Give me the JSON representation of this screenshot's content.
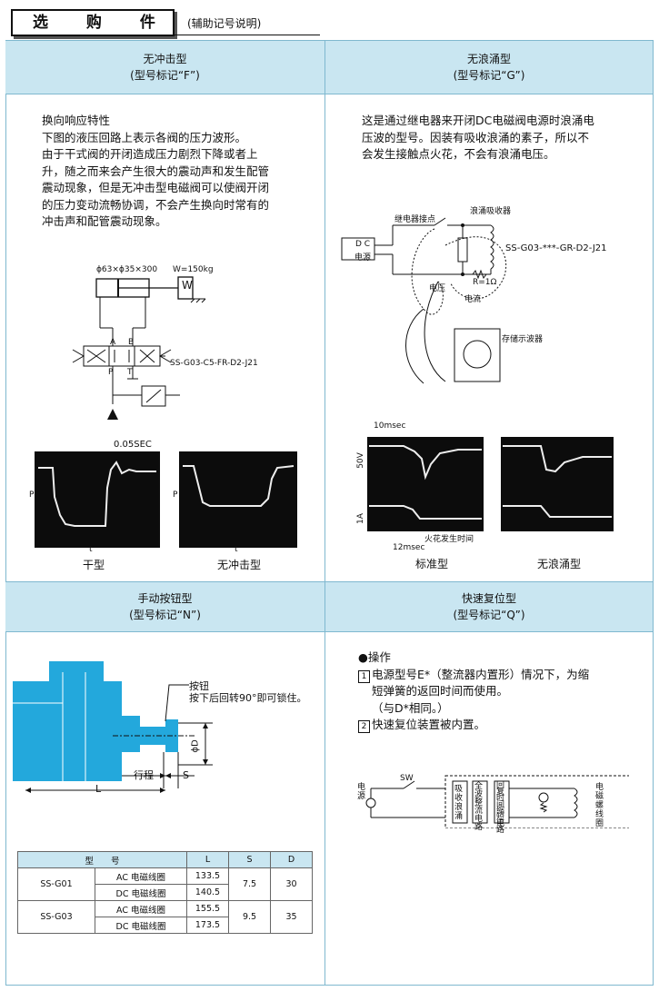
{
  "header": {
    "title": "选 购 件",
    "note": "(辅助记号说明)"
  },
  "sections": {
    "f": {
      "title": "无冲击型",
      "subtitle": "(型号标记“F”)",
      "heading": "换向响应特性",
      "lines": [
        "下图的液压回路上表示各阀的压力波形。",
        "由于干式阀的开闭造成压力剧烈下降或者上",
        "升，随之而来会产生很大的震动声和发生配管",
        "震动现象，但是无冲击型电磁阀可以使阀开闭",
        "的压力变动流畅协调，不会产生换向时常有的",
        "冲击声和配管震动现象。"
      ],
      "diagram": {
        "cyl": "ϕ63×ϕ35×300",
        "weight": "W=150kg",
        "w": "W",
        "a": "A",
        "b": "B",
        "p": "P",
        "t": "T",
        "valve": "SS-G03-C5-FR-D2-J21"
      },
      "osc": {
        "time": "0.05SEC",
        "p": "P",
        "t": "t",
        "cap1": "干型",
        "cap2": "无冲击型"
      }
    },
    "g": {
      "title": "无浪涌型",
      "subtitle": "(型号标记“G”)",
      "lines": [
        "这是通过继电器来开闭DC电磁阀电源时浪涌电",
        "压波的型号。因装有吸收浪涌的素子，所以不",
        "会发生接触点火花，不会有浪涌电压。"
      ],
      "diagram": {
        "relay": "继电器接点",
        "absorber": "浪涌吸收器",
        "dc1": "D C",
        "dc2": "电源",
        "model": "SS-G03-***-GR-D2-J21",
        "r": "R=1Ω",
        "volt": "电压",
        "curr": "电流",
        "scope": "存储示波器"
      },
      "osc": {
        "t10": "10msec",
        "v50": "50V",
        "a1": "1A",
        "spark": "火花发生时间",
        "t12": "12msec",
        "cap1": "标准型",
        "cap2": "无浪涌型"
      }
    },
    "n": {
      "title": "手动按钮型",
      "subtitle": "(型号标记“N”)",
      "button": "按钮",
      "note": "按下后回转90°即可锁住。",
      "stroke": "行程",
      "s": "S",
      "l": "L",
      "d": "ϕD",
      "table": {
        "headers": [
          "型　　号",
          "L",
          "S",
          "D"
        ],
        "rows": [
          {
            "model": "SS-G01",
            "coils": [
              "AC 电磁线圈",
              "DC 电磁线圈"
            ],
            "l": [
              "133.5",
              "140.5"
            ],
            "s": "7.5",
            "d": "30"
          },
          {
            "model": "SS-G03",
            "coils": [
              "AC 电磁线圈",
              "DC 电磁线圈"
            ],
            "l": [
              "155.5",
              "173.5"
            ],
            "s": "9.5",
            "d": "35"
          }
        ]
      }
    },
    "q": {
      "title": "快速复位型",
      "subtitle": "(型号标记“Q”)",
      "op": "●操作",
      "item1_no": "1",
      "item1_a": "电源型号E*（整流器内置形）情况下，为缩",
      "item1_b": "短弹簧的返回时间而使用。",
      "item1_c": "（与D*相同。）",
      "item2_no": "2",
      "item2": "快速复位装置被内置。",
      "circuit": {
        "power": "电源",
        "sw": "SW",
        "b1": "吸收浪涌",
        "b2": "全波整流电路",
        "b3": "回复时间缩短电路",
        "coil": "电磁螺线圈"
      }
    }
  },
  "colors": {
    "band": "#c9e6f1",
    "border": "#7fb8cf",
    "valve_body": "#23a8dc"
  }
}
